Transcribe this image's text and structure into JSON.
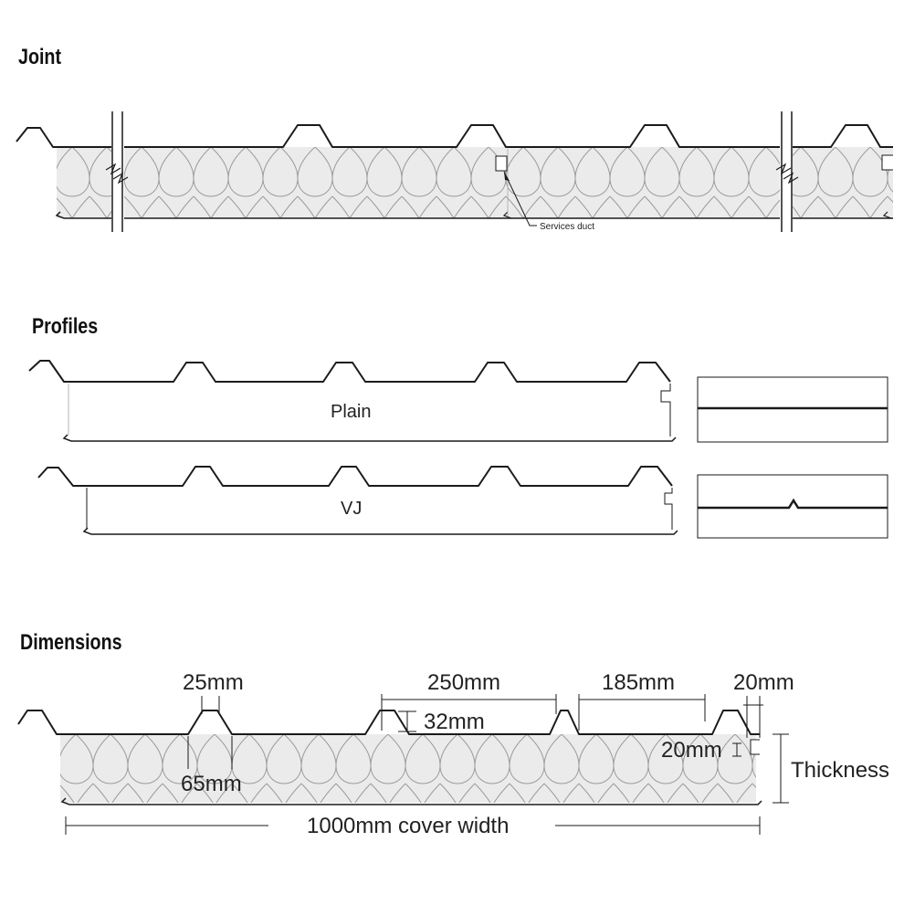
{
  "sections": {
    "joint": "Joint",
    "profiles": "Profiles",
    "dimensions": "Dimensions"
  },
  "labels": {
    "services_duct": "Services duct",
    "plain": "Plain",
    "vj": "VJ",
    "rib_top": "25mm",
    "rib_pitch": "250mm",
    "pan_width": "185mm",
    "lap_width": "20mm",
    "rib_height": "32mm",
    "joint_depth": "20mm",
    "rib_base": "65mm",
    "thickness": "Thickness",
    "cover_width": "1000mm cover width"
  },
  "colors": {
    "line": "#1a1a1a",
    "core_fill": "#ebebeb",
    "cell_stroke": "#9a9a9a",
    "light_line": "#b5b5b5"
  }
}
